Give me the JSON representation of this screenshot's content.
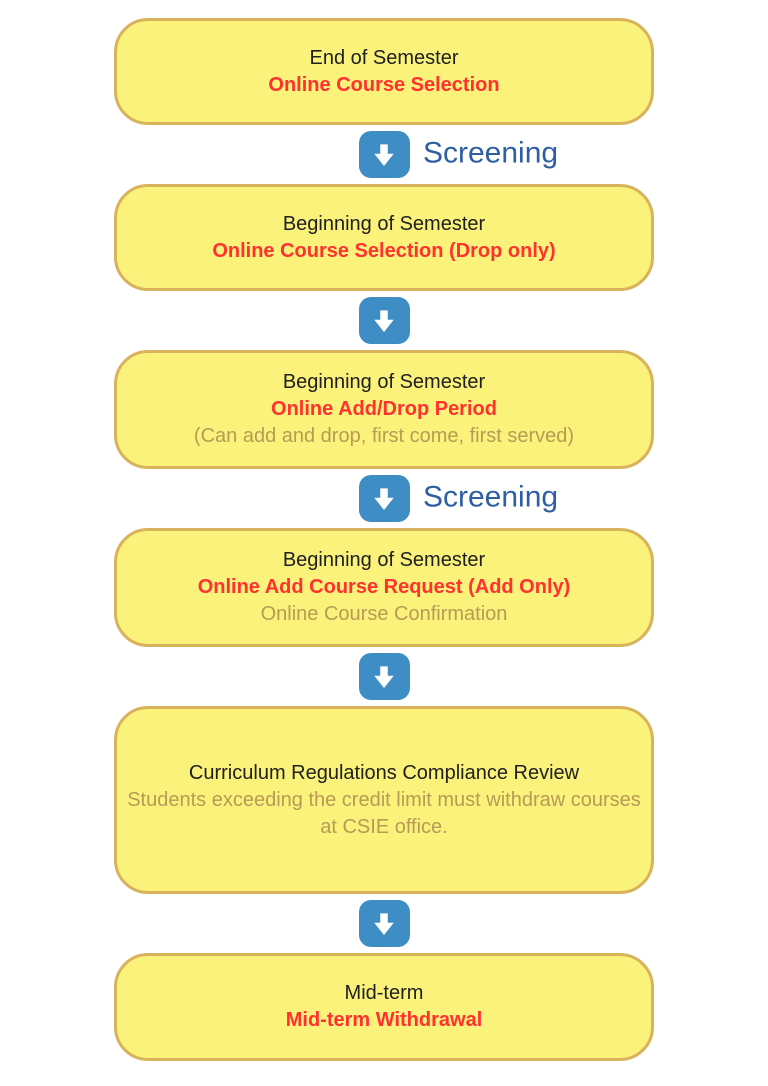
{
  "colors": {
    "background": "#ffffff",
    "box_fill": "#FAF27B",
    "box_border": "#D9B35C",
    "title_text": "#202020",
    "highlight_red": "#FF3131",
    "note_tan": "#B79B54",
    "arrow_badge_blue": "#3E8DC5",
    "connector_label_blue": "#2E5FA3"
  },
  "flowchart": {
    "steps": [
      {
        "title": "End of Semester",
        "highlight": "Online Course Selection"
      },
      {
        "title": "Beginning of Semester",
        "highlight": "Online Course Selection (Drop only)"
      },
      {
        "title": "Beginning of Semester",
        "highlight": "Online Add/Drop Period",
        "note": "(Can add and drop, first come, first served)"
      },
      {
        "title": "Beginning of Semester",
        "highlight": "Online Add Course Request (Add Only)",
        "note": "Online Course Confirmation"
      },
      {
        "title": "Curriculum Regulations Compliance Review",
        "note": "Students exceeding the credit limit must withdraw courses at CSIE office."
      },
      {
        "title": "Mid-term",
        "highlight": "Mid-term Withdrawal"
      }
    ],
    "connectors": [
      {
        "label": "Screening"
      },
      {
        "label": ""
      },
      {
        "label": "Screening"
      },
      {
        "label": ""
      },
      {
        "label": ""
      }
    ],
    "arrow_icon": "down-arrow"
  }
}
